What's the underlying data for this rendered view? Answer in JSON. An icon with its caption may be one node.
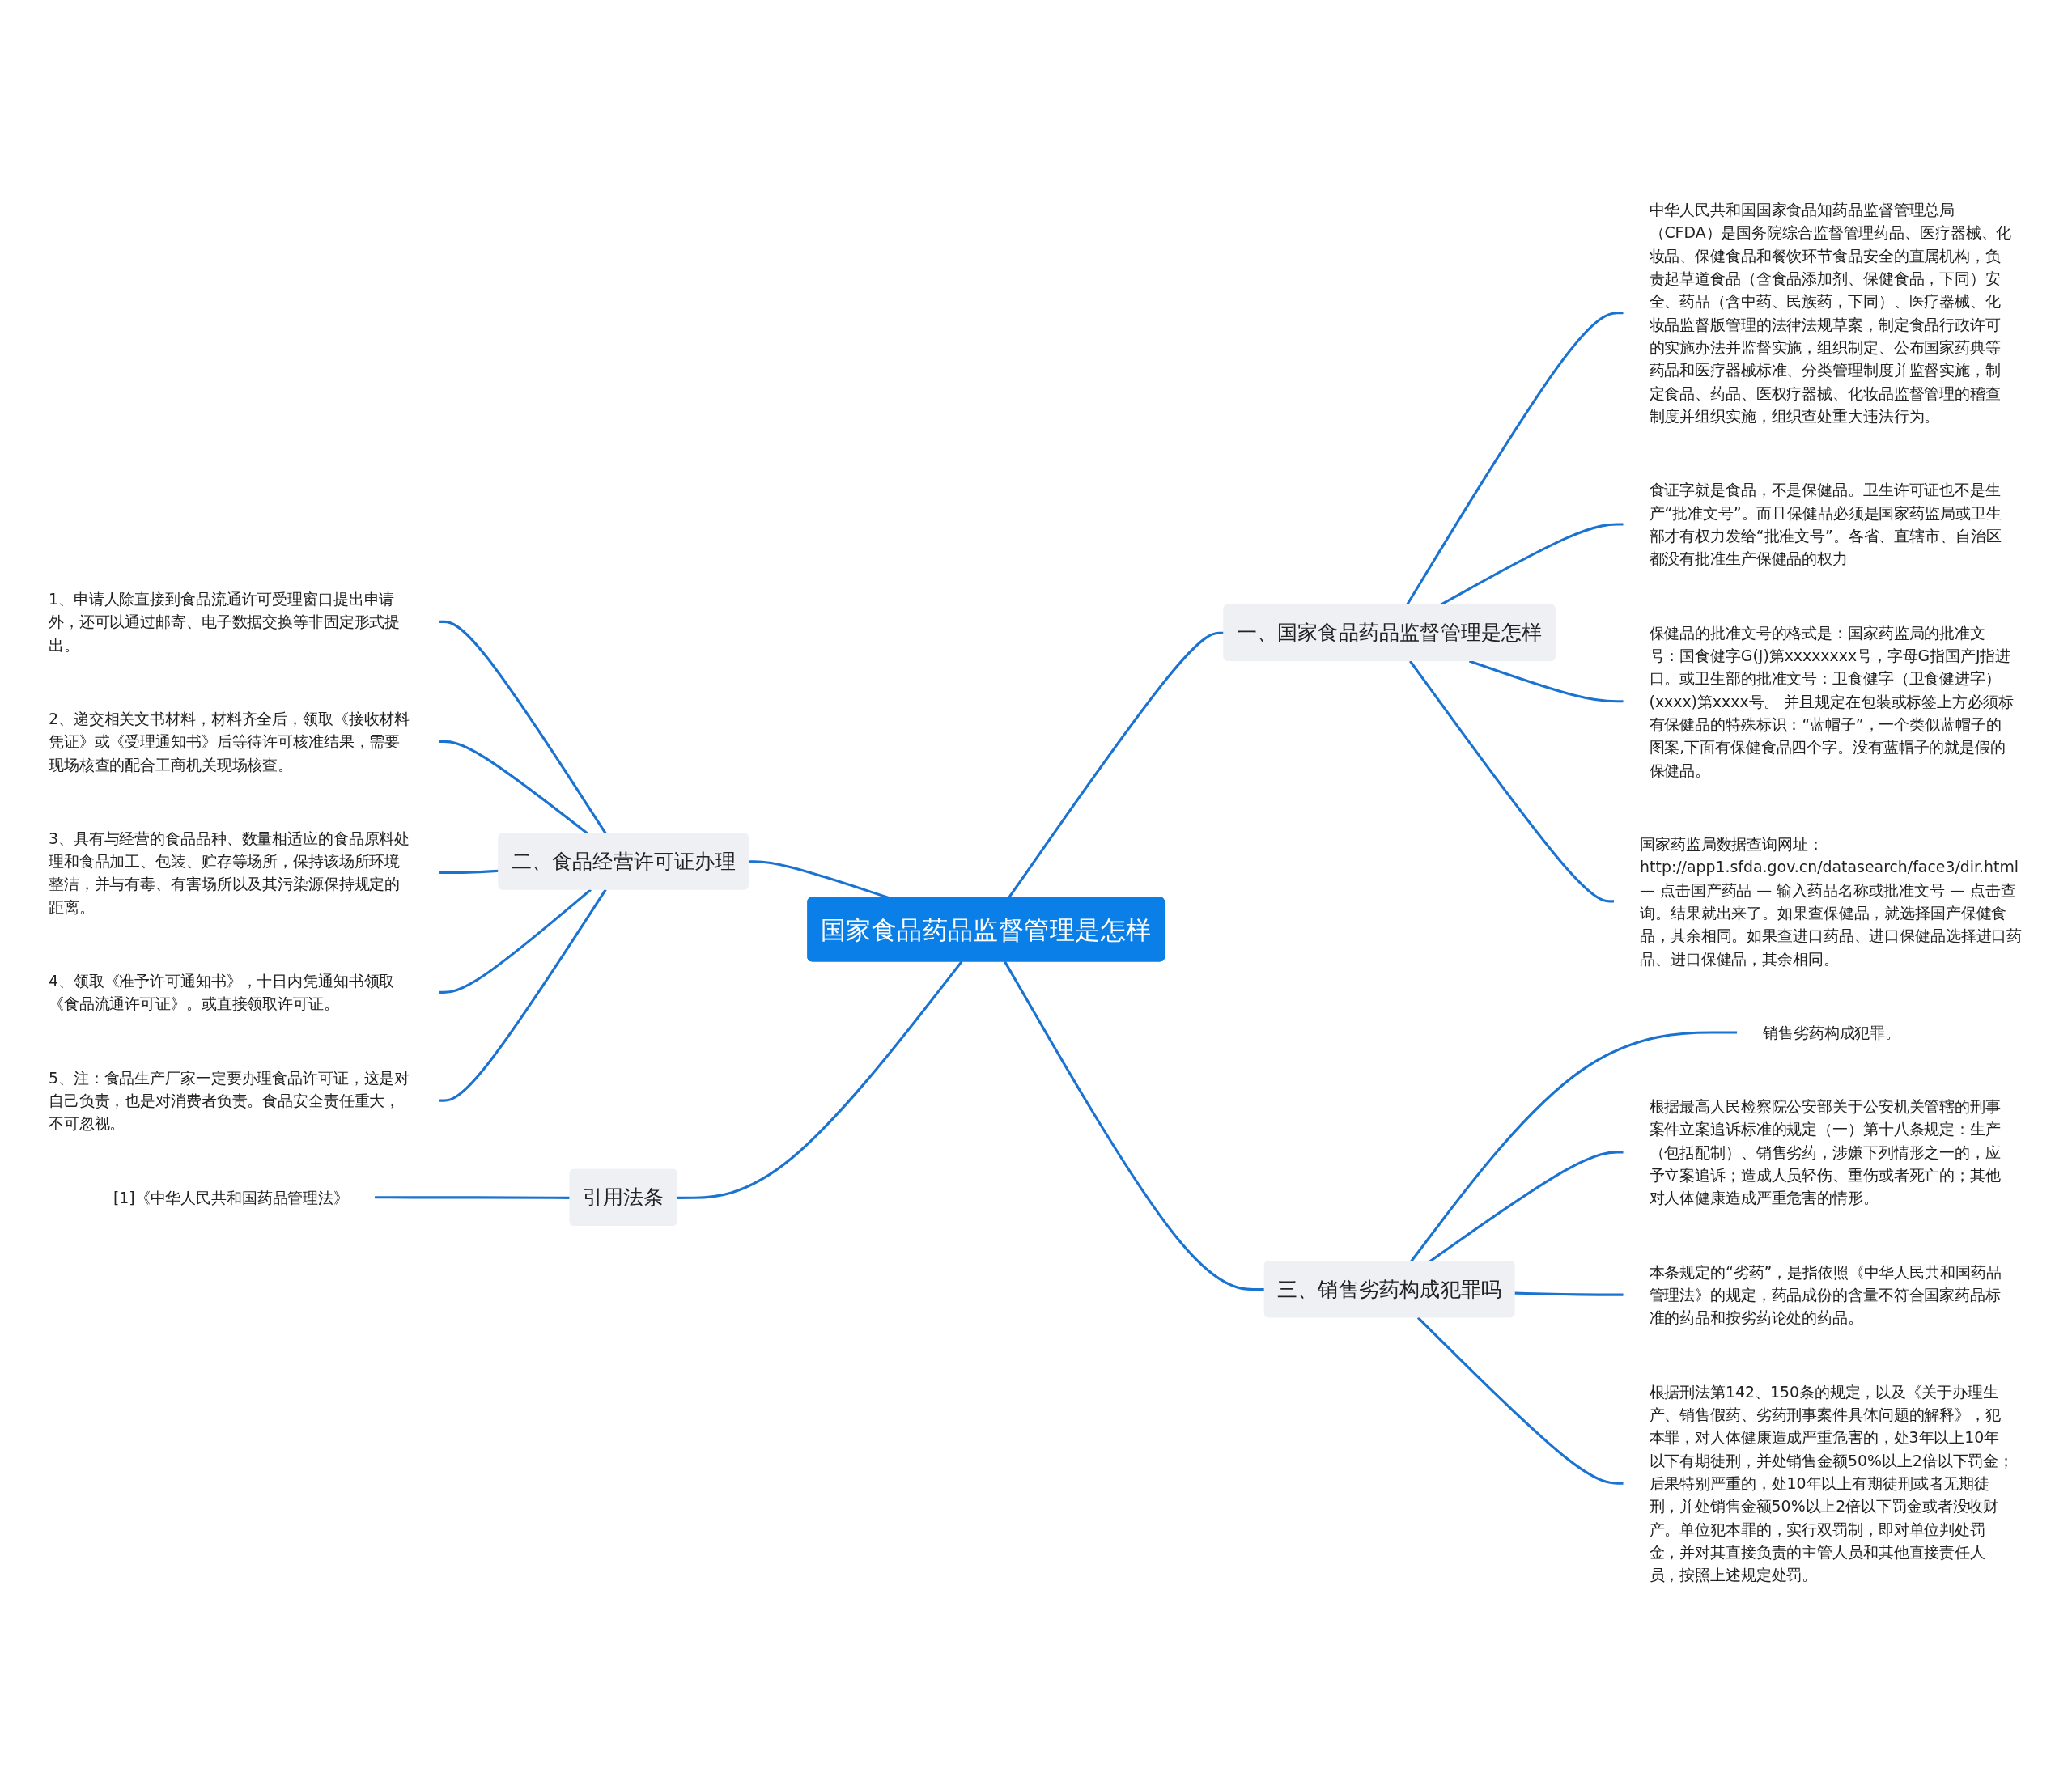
{
  "diagram": {
    "nodes": [
      {
        "text": [
          "国家食品药品监督管理是怎样"
        ]
      },
      {
        "text": [
          "一、国家食品药品监督管理是怎样"
        ]
      },
      {
        "text": [
          "中华人民共和国国家食品知药品监督管理总局（CFDA）是国务院综合监督管理药品、医疗器械、化妆品、保健食品和餐饮环节食品安全的直属机构，负责起草道食品（含食品添加剂、保健食品，下同）安全、药品（含中药、民族药，下同）、医疗器械、化妆品监督版管理的法律法规草案，制定食品行政许可的实施办法并监督实施，组织制定、公布国家药典等药品和医疗器械标准、分类管理制度并监督实施，制定食品、药品、医权疗器械、化妆品监督管理的稽查制度并组织实施，组织查处重大违法行为。"
        ]
      },
      {
        "text": [
          "食证字就是食品，不是保健品。卫生许可证也不是生产“批准文号”。而且保健品必须是国家药监局或卫生部才有权力发给“批准文号”。各省、直辖市、自治区都没有批准生产保健品的权力"
        ]
      },
      {
        "text": [
          "保健品的批准文号的格式是：国家药监局的批准文号：国食健字G(J)第xxxxxxxx号，字母G指国产J指进口。或卫生部的批准文号：卫食健字（卫食健进字）(xxxx)第xxxx号。 并且规定在包装或标签上方必须标有保健品的特殊标识：“蓝帽子”，一个类似蓝帽子的图案,下面有保健食品四个字。没有蓝帽子的就是假的保健品。"
        ]
      },
      {
        "text": [
          "国家药监局数据查询网址：http://app1.sfda.gov.cn/datasearch/face3/dir.html — 点击国产药品 — 输入药品名称或批准文号 — 点击查询。结果就出来了。如果查保健品，就选择国产保健食品，其余相同。如果查进口药品、进口保健品选择进口药品、进口保健品，其余相同。"
        ]
      },
      {
        "text": [
          "二、食品经营许可证办理"
        ]
      },
      {
        "text": [
          "1、申请人除直接到食品流通许可受理窗口提出申请外，还可以通过邮寄、电子数据交换等非固定形式提出。"
        ]
      },
      {
        "text": [
          "2、递交相关文书材料，材料齐全后，领取《接收材料凭证》或《受理通知书》后等待许可核准结果，需要现场核查的配合工商机关现场核查。"
        ]
      },
      {
        "text": [
          "3、具有与经营的食品品种、数量相适应的食品原料处理和食品加工、包装、贮存等场所，保持该场所环境整洁，并与有毒、有害场所以及其污染源保持规定的距离。"
        ]
      },
      {
        "text": [
          "4、领取《准予许可通知书》，十日内凭通知书领取《食品流通许可证》。或直接领取许可证。"
        ]
      },
      {
        "text": [
          "5、注：食品生产厂家一定要办理食品许可证，这是对自己负责，也是对消费者负责。食品安全责任重大，不可忽视。"
        ]
      },
      {
        "text": [
          "三、销售劣药构成犯罪吗"
        ]
      },
      {
        "text": [
          "销售劣药构成犯罪。"
        ]
      },
      {
        "text": [
          "根据最高人民检察院公安部关于公安机关管辖的刑事案件立案追诉标准的规定（一）第十八条规定：生产（包括配制）、销售劣药，涉嫌下列情形之一的，应予立案追诉；造成人员轻伤、重伤或者死亡的；其他对人体健康造成严重危害的情形。"
        ]
      },
      {
        "text": [
          "本条规定的“劣药”，是指依照《中华人民共和国药品管理法》的规定，药品成份的含量不符合国家药品标准的药品和按劣药论处的药品。"
        ]
      },
      {
        "text": [
          "根据刑法第142、150条的规定，以及《关于办理生产、销售假药、劣药刑事案件具体问题的解释》，犯本罪，对人体健康造成严重危害的，处3年以上10年以下有期徒刑，并处销售金额50%以上2倍以下罚金；后果特别严重的，处10年以上有期徒刑或者无期徒刑，并处销售金额50%以上2倍以下罚金或者没收财产。单位犯本罪的，实行双罚制，即对单位判处罚金，并对其直接负责的主管人员和其他直接责任人员，按照上述规定处罚。"
        ]
      },
      {
        "text": [
          "引用法条"
        ]
      },
      {
        "text": [
          "[1]《中华人民共和国药品管理法》"
        ]
      }
    ],
    "edges": [
      {
        "from": 0,
        "to": 1,
        "arrow": "none"
      },
      {
        "from": 1,
        "to": 2,
        "arrow": "none"
      },
      {
        "from": 1,
        "to": 3,
        "arrow": "none"
      },
      {
        "from": 1,
        "to": 4,
        "arrow": "none"
      },
      {
        "from": 1,
        "to": 5,
        "arrow": "none"
      },
      {
        "from": 0,
        "to": 6,
        "arrow": "none"
      },
      {
        "from": 6,
        "to": 7,
        "arrow": "none"
      },
      {
        "from": 6,
        "to": 8,
        "arrow": "none"
      },
      {
        "from": 6,
        "to": 9,
        "arrow": "none"
      },
      {
        "from": 6,
        "to": 10,
        "arrow": "none"
      },
      {
        "from": 6,
        "to": 11,
        "arrow": "none"
      },
      {
        "from": 0,
        "to": 12,
        "arrow": "none"
      },
      {
        "from": 12,
        "to": 13,
        "arrow": "none"
      },
      {
        "from": 12,
        "to": 14,
        "arrow": "none"
      },
      {
        "from": 12,
        "to": 15,
        "arrow": "none"
      },
      {
        "from": 12,
        "to": 16,
        "arrow": "none"
      },
      {
        "from": 0,
        "to": 17,
        "arrow": "none"
      },
      {
        "from": 17,
        "to": 18,
        "arrow": "none"
      }
    ]
  }
}
